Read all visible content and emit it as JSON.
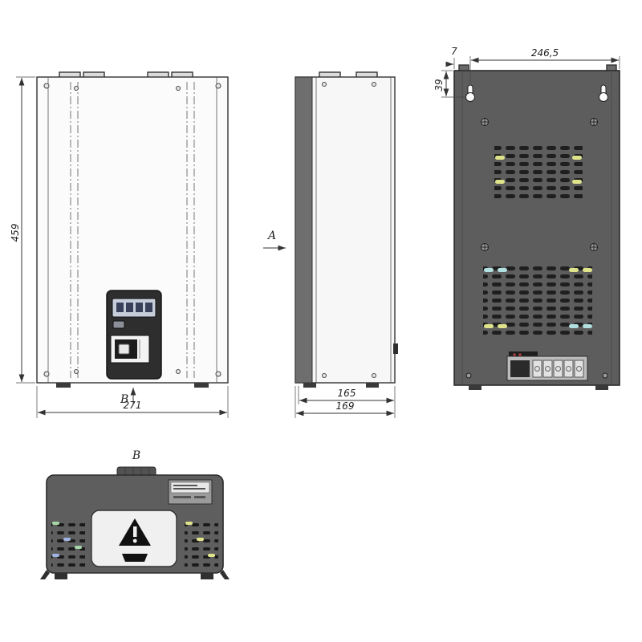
{
  "views": {
    "front": {
      "height_dim": "459",
      "width_dim": "271",
      "section_label": "B"
    },
    "side": {
      "view_label": "A",
      "inner_depth_dim": "165",
      "outer_depth_dim": "169"
    },
    "back": {
      "width_dim": "246,5",
      "ear_offset_dim": "7",
      "hole_offset_dim": "39"
    },
    "bottom": {
      "view_label": "B"
    }
  },
  "colors": {
    "line": "#333333",
    "body_gray": "#5d5d5d",
    "vent_yellow": "#dfe38a",
    "vent_cyan": "#b2dfe0",
    "vent_green": "#a5d6a7",
    "vent_blue": "#9fb4e0"
  }
}
